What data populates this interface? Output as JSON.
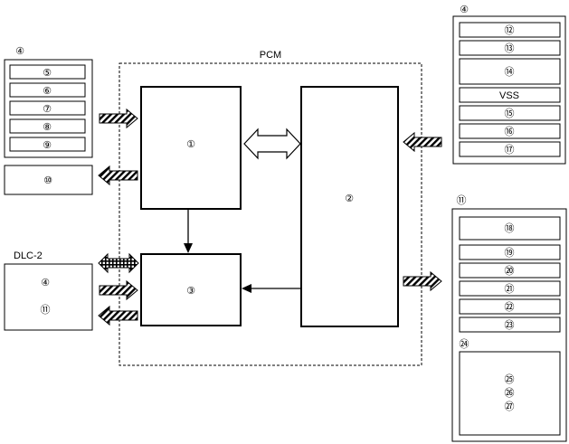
{
  "pcm": {
    "title": "PCM",
    "block_1": "①",
    "block_2": "②",
    "block_3": "③"
  },
  "inputs_group": {
    "header": "④",
    "items": [
      "⑤",
      "⑥",
      "⑦",
      "⑧",
      "⑨"
    ]
  },
  "output_box": "⑩",
  "dlc": {
    "title": "DLC-2",
    "line_1": "④",
    "line_2": "⑪"
  },
  "sensors_group": {
    "header": "④",
    "items": [
      "⑫",
      "⑬",
      "⑭",
      "VSS",
      "⑮",
      "⑯",
      "⑰"
    ]
  },
  "actuators_group": {
    "header": "⑪",
    "items": [
      "⑱",
      "⑲",
      "⑳",
      "㉑",
      "㉒",
      "㉓"
    ],
    "sub_header": "㉔",
    "sub_items": [
      "㉕",
      "㉖",
      "㉗"
    ]
  },
  "colors": {
    "line": "#000000",
    "background": "#ffffff"
  }
}
